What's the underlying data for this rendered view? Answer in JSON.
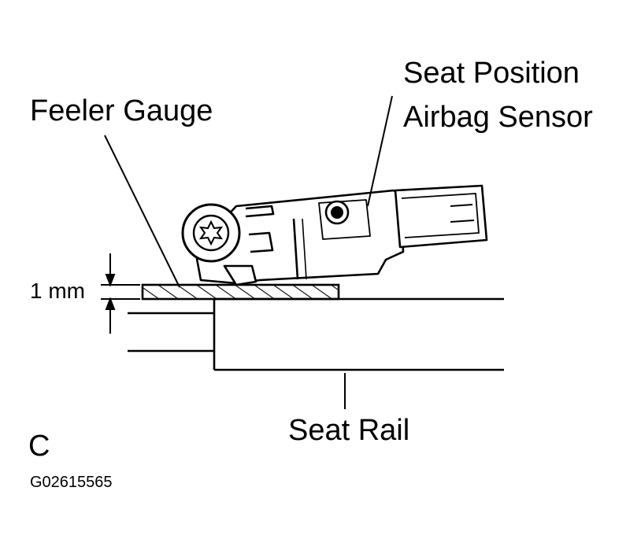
{
  "labels": {
    "feeler_gauge": "Feeler Gauge",
    "sensor_line1": "Seat Position",
    "sensor_line2": "Airbag Sensor",
    "dimension": "1 mm",
    "seat_rail": "Seat Rail",
    "view_letter": "C",
    "figure_code": "G02615565"
  },
  "colors": {
    "ink": "#000000",
    "paper": "#ffffff"
  }
}
